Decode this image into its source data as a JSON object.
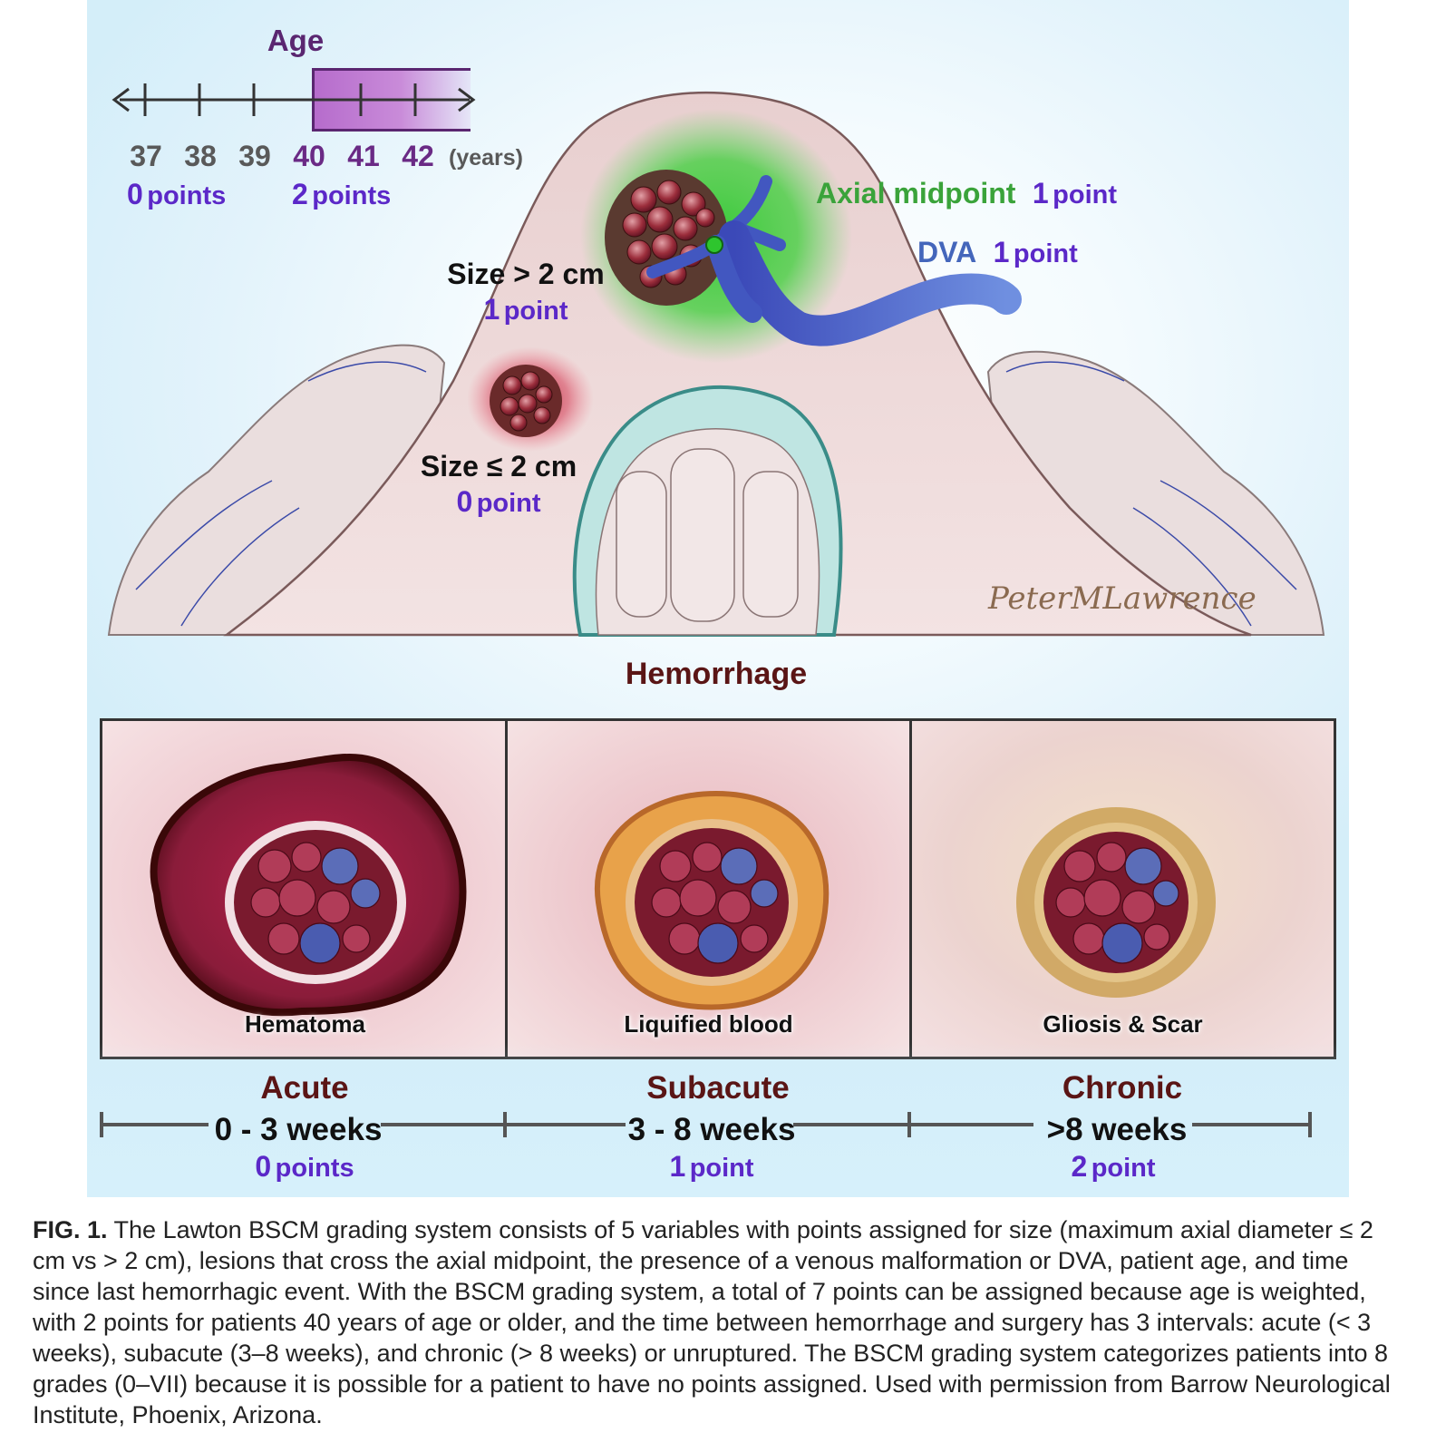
{
  "age": {
    "title": "Age",
    "ticks": [
      "37",
      "38",
      "39",
      "40",
      "41",
      "42"
    ],
    "unit": "(years)",
    "points_low": {
      "value": "0",
      "word": "points"
    },
    "points_high": {
      "value": "2",
      "word": "points"
    }
  },
  "brainstem": {
    "axial_midpoint": {
      "label": "Axial midpoint",
      "value": "1",
      "word": "point"
    },
    "dva": {
      "label": "DVA",
      "value": "1",
      "word": "point"
    },
    "size_large": {
      "label": "Size > 2 cm",
      "value": "1",
      "word": "point"
    },
    "size_small": {
      "label": "Size ≤ 2 cm",
      "value": "0",
      "word": "point"
    },
    "signature": "PeterMLawrence"
  },
  "hemorrhage": {
    "title": "Hemorrhage",
    "panels": [
      {
        "caption": "Hematoma",
        "phase": "Acute",
        "range": "0 - 3 weeks",
        "value": "0",
        "word": "points"
      },
      {
        "caption": "Liquified blood",
        "phase": "Subacute",
        "range": "3 - 8 weeks",
        "value": "1",
        "word": "point"
      },
      {
        "caption": "Gliosis & Scar",
        "phase": "Chronic",
        "range": ">8 weeks",
        "value": "2",
        "word": "point"
      }
    ]
  },
  "figure_caption": {
    "label": "FIG. 1.",
    "text": "The Lawton BSCM grading system consists of 5 variables with points assigned for size (maximum axial diameter ≤ 2 cm vs > 2 cm), lesions that cross the axial midpoint, the presence of a venous malformation or DVA, patient age, and time since last hemorrhagic event. With the BSCM grading system, a total of 7 points can be assigned because age is weighted, with 2 points for patients 40 years of age or older, and the time between hemorrhage and surgery has 3 intervals: acute (< 3 weeks), subacute (3–8 weeks), and chronic (> 8 weeks) or unruptured. The BSCM grading system categorizes patients into 8 grades (0–VII) because it is possible for a patient to have no points assigned. Used with permission from Barrow Neurological Institute, Phoenix, Arizona."
  },
  "colors": {
    "purple_points": "#5b28c8",
    "dark_red_titles": "#5a1515",
    "age_highlight": "#b66ccc",
    "axial_green": "#3aa33a",
    "dva_blue": "#4466bb"
  }
}
